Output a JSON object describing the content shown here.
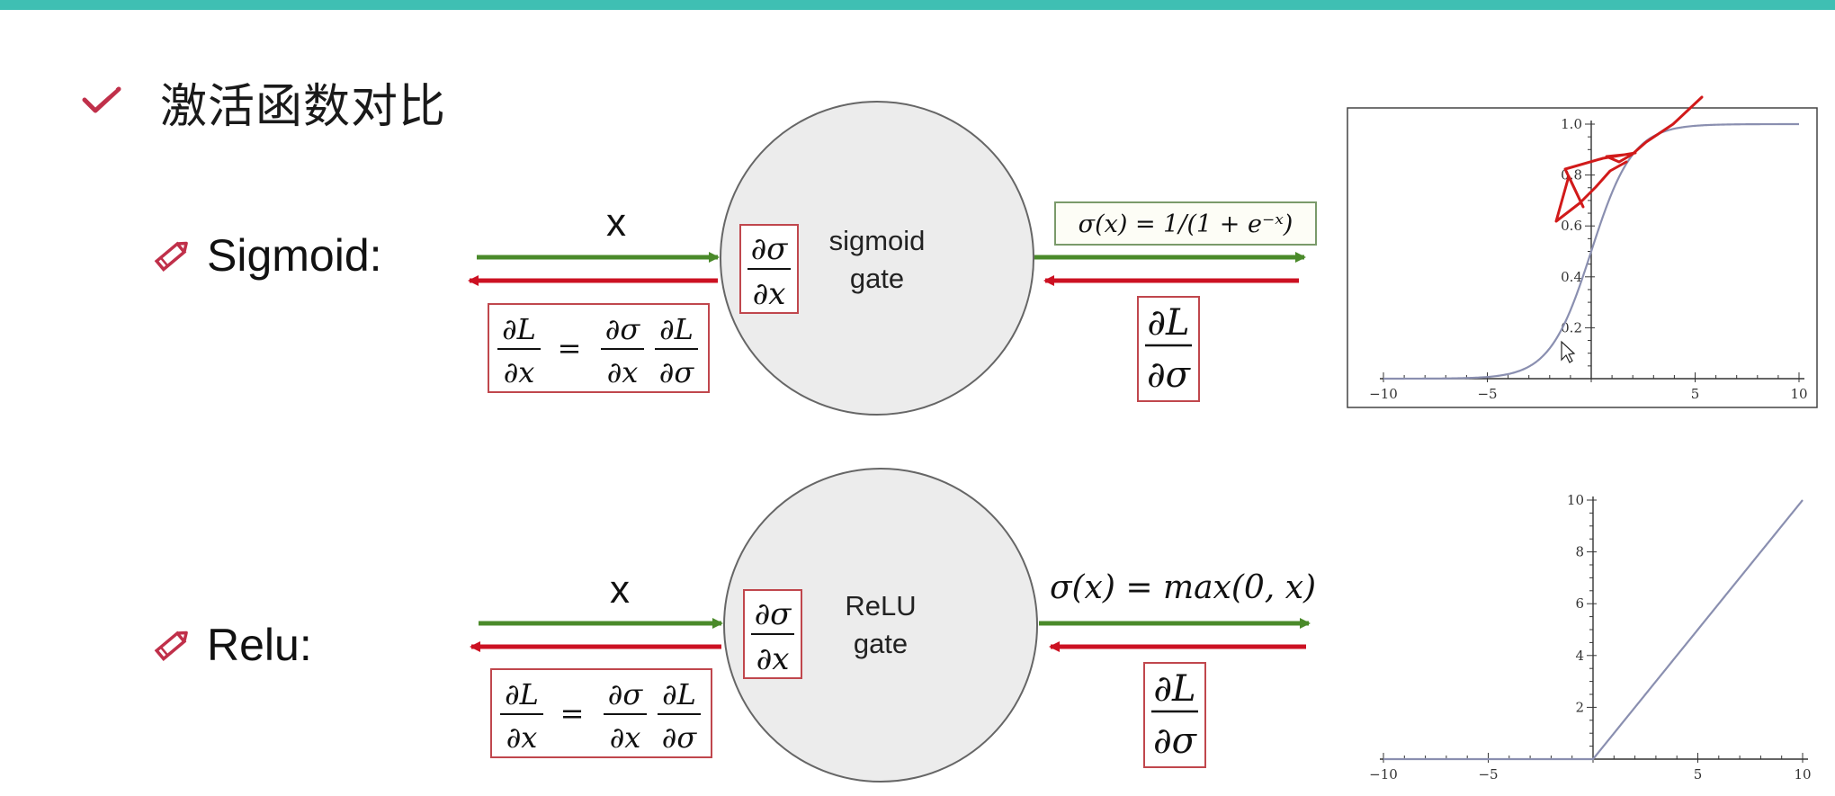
{
  "header": {
    "title": "激活函数对比",
    "accent_color": "#3fbfb3",
    "check_icon": "checkmark-icon"
  },
  "rows": [
    {
      "label": "Sigmoid:",
      "icon": "pencil-icon",
      "input_label": "x",
      "gate_line1": "sigmoid",
      "gate_line2": "gate",
      "local_grad_num": "∂σ",
      "local_grad_den": "∂x",
      "formula": "σ(x) = 1/(1 + e⁻ˣ)",
      "upstream_num": "∂L",
      "upstream_den": "∂σ",
      "chain_lhs_num": "∂L",
      "chain_lhs_den": "∂x",
      "chain_eq": "=",
      "chain_r1_num": "∂σ",
      "chain_r1_den": "∂x",
      "chain_r2_num": "∂L",
      "chain_r2_den": "∂σ"
    },
    {
      "label": "Relu:",
      "icon": "pencil-icon",
      "input_label": "x",
      "gate_line1": "ReLU",
      "gate_line2": "gate",
      "local_grad_num": "∂σ",
      "local_grad_den": "∂x",
      "formula": "σ(x) = max(0, x)",
      "upstream_num": "∂L",
      "upstream_den": "∂σ",
      "chain_lhs_num": "∂L",
      "chain_lhs_den": "∂x",
      "chain_eq": "=",
      "chain_r1_num": "∂σ",
      "chain_r1_den": "∂x",
      "chain_r2_num": "∂L",
      "chain_r2_den": "∂σ"
    }
  ],
  "colors": {
    "forward_arrow": "#4a8a2a",
    "backward_arrow": "#cc1122",
    "box_border": "#c0474d",
    "gate_fill": "#ececec",
    "curve": "#8a8fb0",
    "annotation": "#d11a1a"
  },
  "chart_data": [
    {
      "type": "line",
      "name": "sigmoid",
      "xlim": [
        -10,
        10
      ],
      "ylim": [
        0,
        1
      ],
      "xticks": [
        "−10",
        "−5",
        "5",
        "10"
      ],
      "yticks": [
        "0.2",
        "0.4",
        "0.6",
        "0.8",
        "1.0"
      ],
      "function": "1/(1+exp(-x))",
      "frame": true
    },
    {
      "type": "line",
      "name": "relu",
      "xlim": [
        -10,
        10
      ],
      "ylim": [
        0,
        10
      ],
      "xticks": [
        "−10",
        "−5",
        "5",
        "10"
      ],
      "yticks": [
        "2",
        "4",
        "6",
        "8",
        "10"
      ],
      "function": "max(0,x)",
      "frame": false
    }
  ]
}
